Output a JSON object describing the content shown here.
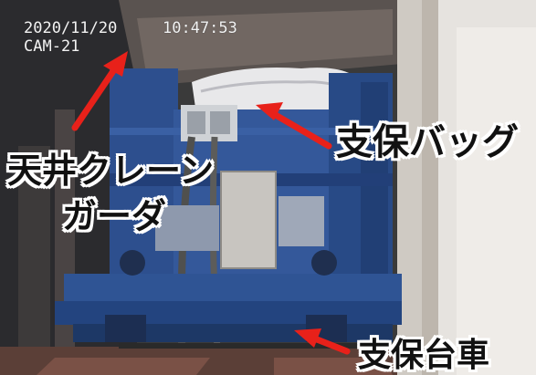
{
  "overlay": {
    "date": "2020/11/20",
    "time": "10:47:53",
    "camera": "CAM-21"
  },
  "labels": {
    "crane_girder_line1": "天井クレーン",
    "crane_girder_line2": "ガーダ",
    "support_bag": "支保バッグ",
    "support_cart": "支保台車"
  },
  "colors": {
    "arrow": "#e8211a",
    "frame_blue": "#2c4f8c",
    "label_text": "#111111"
  }
}
